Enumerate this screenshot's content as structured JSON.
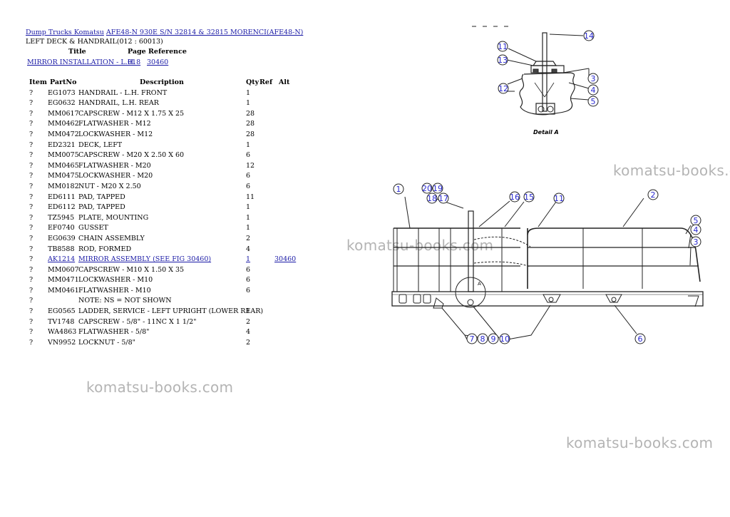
{
  "breadcrumb": [
    "Dump Trucks Komatsu",
    "AFE48-N 930E S/N 32814 & 32815 MORENCI(AFE48-N)"
  ],
  "subtitle": "LEFT DECK & HANDRAIL(012 : 60013)",
  "ref_header": {
    "title": "Title",
    "page_reference": "Page Reference"
  },
  "ref_row": {
    "title": "MIRROR INSTALLATION - L.H.",
    "page": "018",
    "ref": "30460"
  },
  "columns": {
    "item": "Item",
    "part": "PartNo",
    "desc": "Description",
    "qty": "Qty",
    "ref": "Ref",
    "alt": "Alt"
  },
  "parts": [
    {
      "item": "?",
      "part": "EG1073",
      "desc": "HANDRAIL - L.H. FRONT",
      "qty": "1",
      "ref": ""
    },
    {
      "item": "?",
      "part": "EG0632",
      "desc": "HANDRAIL, L.H. REAR",
      "qty": "1",
      "ref": ""
    },
    {
      "item": "?",
      "part": "MM0617",
      "desc": "CAPSCREW - M12 X 1.75 X 25",
      "qty": "28",
      "ref": ""
    },
    {
      "item": "?",
      "part": "MM0462",
      "desc": "FLATWASHER - M12",
      "qty": "28",
      "ref": ""
    },
    {
      "item": "?",
      "part": "MM0472",
      "desc": "LOCKWASHER - M12",
      "qty": "28",
      "ref": ""
    },
    {
      "item": "?",
      "part": "ED2321",
      "desc": "DECK, LEFT",
      "qty": "1",
      "ref": ""
    },
    {
      "item": "?",
      "part": "MM0075",
      "desc": "CAPSCREW - M20 X 2.50 X 60",
      "qty": "6",
      "ref": ""
    },
    {
      "item": "?",
      "part": "MM0465",
      "desc": "FLATWASHER - M20",
      "qty": "12",
      "ref": ""
    },
    {
      "item": "?",
      "part": "MM0475",
      "desc": "LOCKWASHER - M20",
      "qty": "6",
      "ref": ""
    },
    {
      "item": "?",
      "part": "MM0182",
      "desc": "NUT - M20 X 2.50",
      "qty": "6",
      "ref": ""
    },
    {
      "item": "?",
      "part": "ED6111",
      "desc": "PAD, TAPPED",
      "qty": "11",
      "ref": ""
    },
    {
      "item": "?",
      "part": "ED6112",
      "desc": "PAD, TAPPED",
      "qty": "1",
      "ref": ""
    },
    {
      "item": "?",
      "part": "TZ5945",
      "desc": "PLATE, MOUNTING",
      "qty": "1",
      "ref": ""
    },
    {
      "item": "?",
      "part": "EF0740",
      "desc": "GUSSET",
      "qty": "1",
      "ref": ""
    },
    {
      "item": "?",
      "part": "EG0639",
      "desc": "CHAIN ASSEMBLY",
      "qty": "2",
      "ref": ""
    },
    {
      "item": "?",
      "part": "TB8588",
      "desc": "ROD, FORMED",
      "qty": "4",
      "ref": ""
    },
    {
      "item": "?",
      "part": "AK1214",
      "desc": "MIRROR ASSEMBLY (SEE FIG 30460)",
      "qty": "1",
      "ref": "30460",
      "link": true
    },
    {
      "item": "?",
      "part": "MM0607",
      "desc": "CAPSCREW - M10 X 1.50 X 35",
      "qty": "6",
      "ref": ""
    },
    {
      "item": "?",
      "part": "MM0471",
      "desc": "LOCKWASHER - M10",
      "qty": "6",
      "ref": ""
    },
    {
      "item": "?",
      "part": "MM0461",
      "desc": "FLATWASHER - M10",
      "qty": "6",
      "ref": ""
    },
    {
      "item": "?",
      "part": "",
      "desc": "NOTE: NS = NOT SHOWN",
      "qty": "",
      "ref": ""
    },
    {
      "item": "?",
      "part": "EG0565",
      "desc": "LADDER, SERVICE - LEFT UPRIGHT (LOWER REAR)",
      "qty": "1",
      "ref": ""
    },
    {
      "item": "?",
      "part": "TV1748",
      "desc": "CAPSCREW - 5/8\" - 11NC X 1 1/2\"",
      "qty": "2",
      "ref": ""
    },
    {
      "item": "?",
      "part": "WA4863",
      "desc": "FLATWASHER - 5/8\"",
      "qty": "4",
      "ref": ""
    },
    {
      "item": "?",
      "part": "VN9952",
      "desc": "LOCKNUT - 5/8\"",
      "qty": "2",
      "ref": ""
    }
  ],
  "watermark": "komatsu-books.com",
  "diagram": {
    "detail_caption": "Detail A",
    "detail_letter": "A",
    "detail_callouts": [
      "14",
      "11",
      "13",
      "12",
      "3",
      "4",
      "5"
    ],
    "main_callouts": [
      "1",
      "20",
      "19",
      "18",
      "17",
      "16",
      "15",
      "11",
      "2",
      "5",
      "4",
      "3",
      "7",
      "8",
      "9",
      "10",
      "6"
    ]
  },
  "colors": {
    "link": "#1a1aa6",
    "callout": "#2a2ad0",
    "watermark": "#b4b4b4"
  }
}
